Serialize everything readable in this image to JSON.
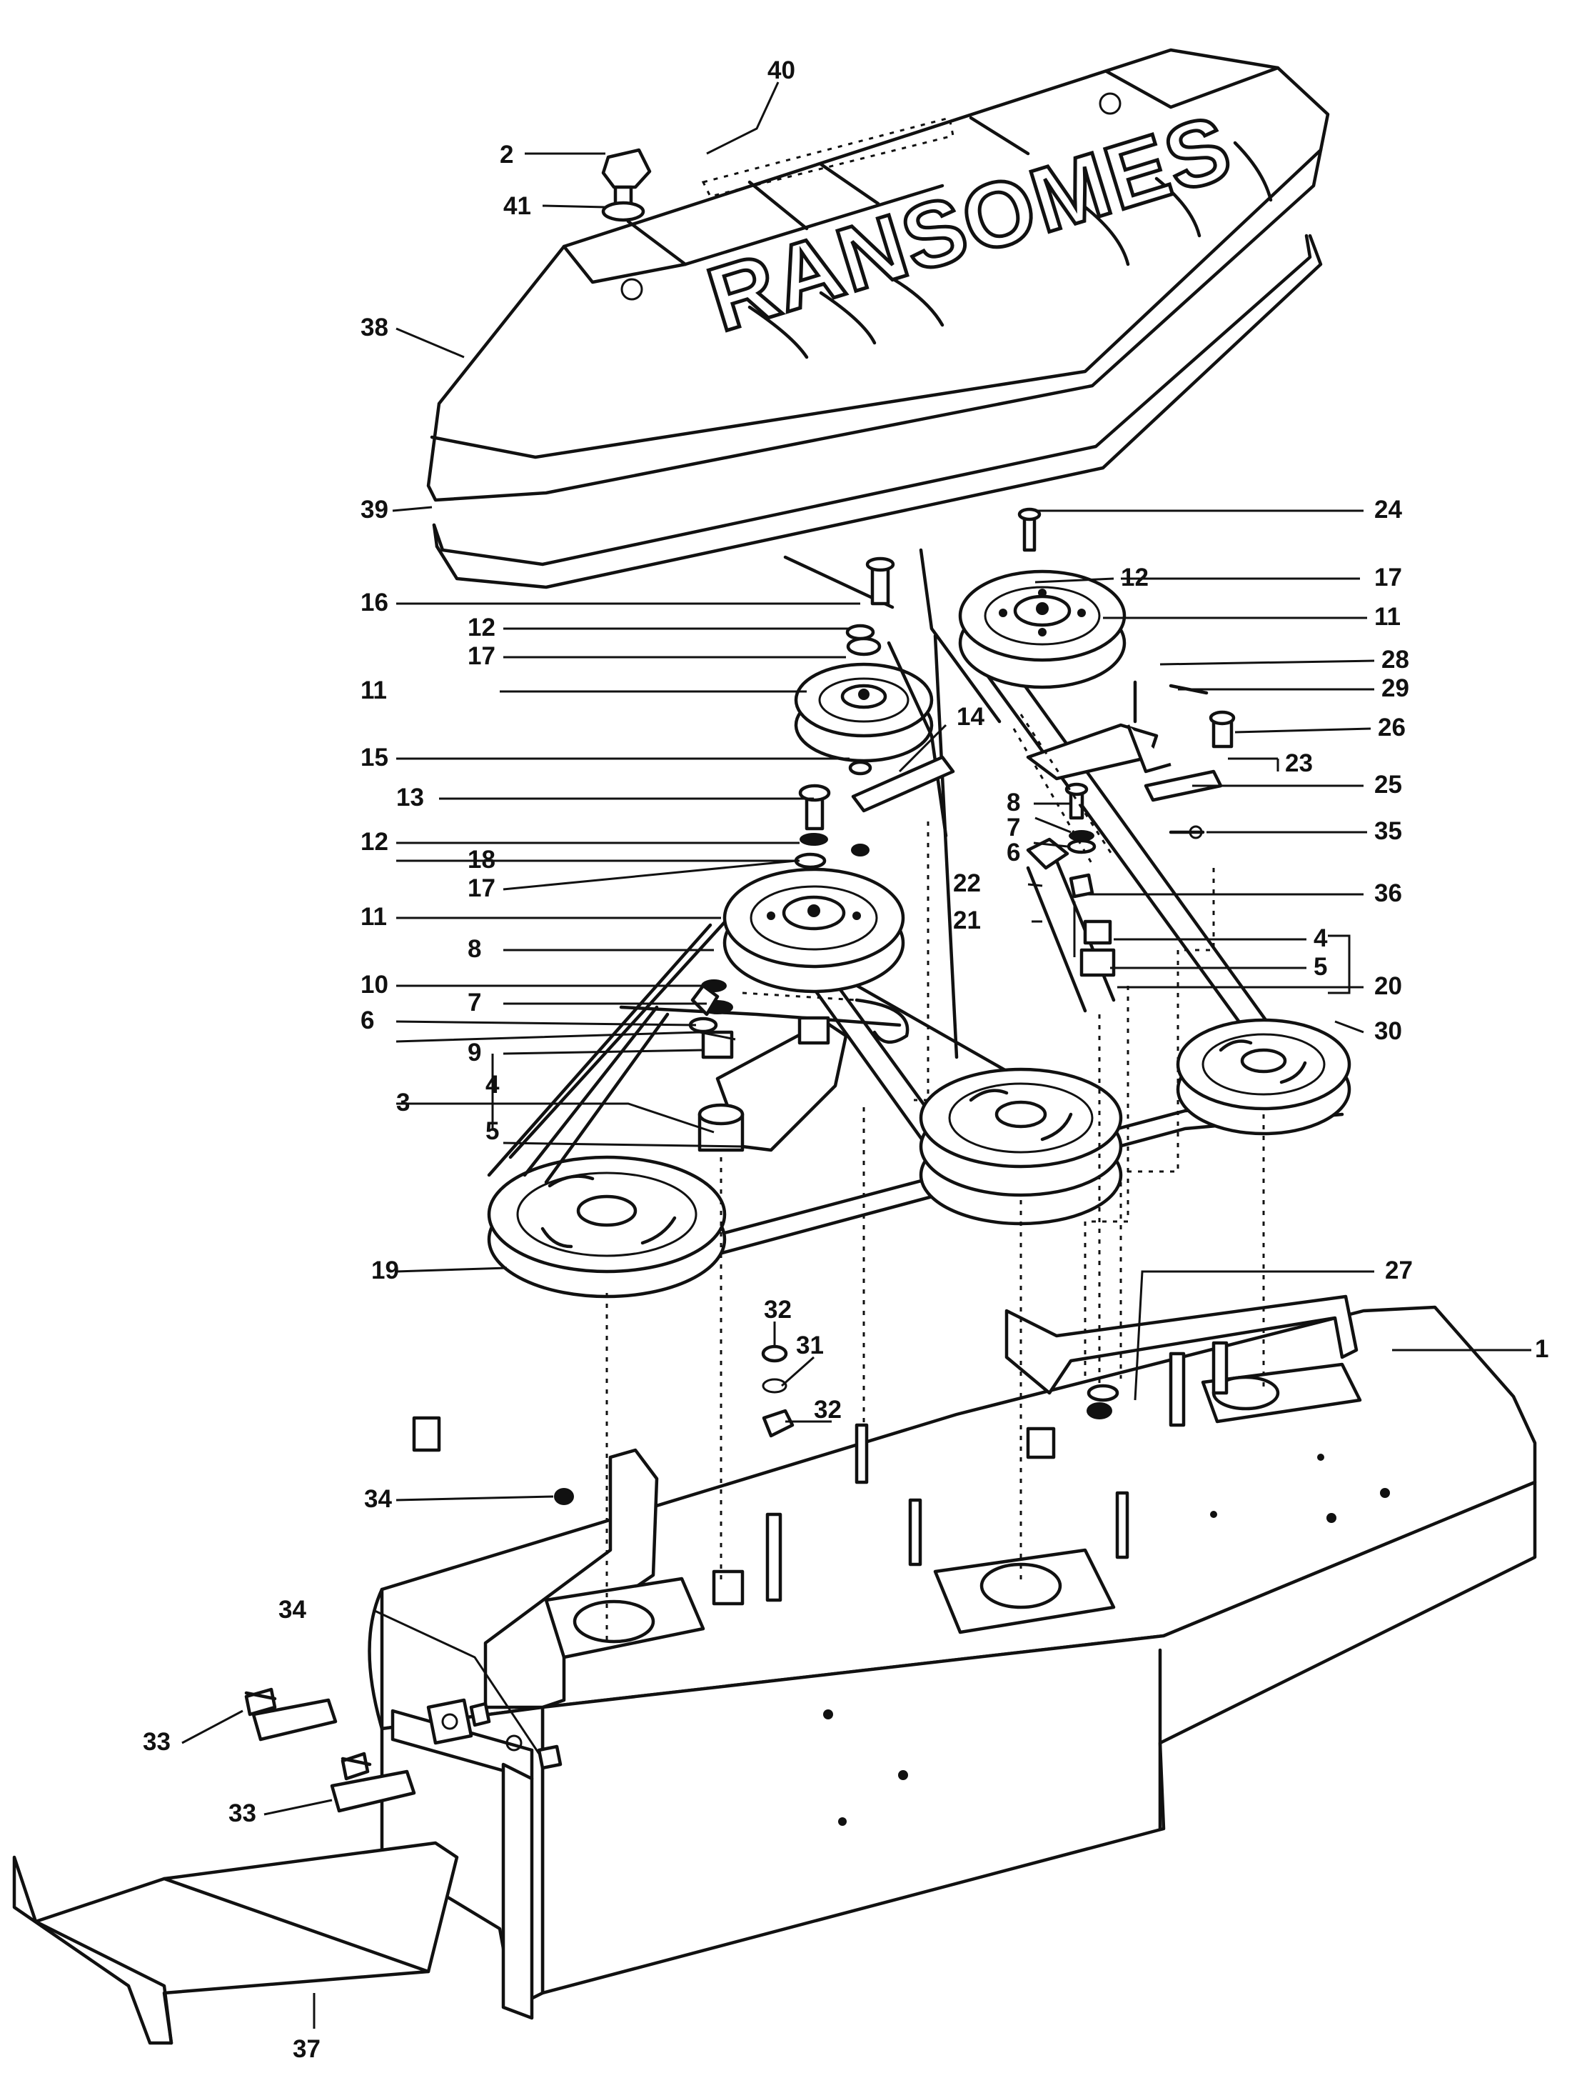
{
  "brand_text": "RANSOMES",
  "callouts": {
    "c40": "40",
    "c2": "2",
    "c41": "41",
    "c38": "38",
    "c39": "39",
    "c24": "24",
    "c16": "16",
    "c12a": "12",
    "c17a": "17",
    "c12b": "12",
    "c17b": "17",
    "c11a": "11",
    "c11b": "11",
    "c28": "28",
    "c29": "29",
    "c14": "14",
    "c26": "26",
    "c15": "15",
    "c23": "23",
    "c25": "25",
    "c13": "13",
    "c8a": "8",
    "c7a": "7",
    "c6a": "6",
    "c35": "35",
    "c12c": "12",
    "c18": "18",
    "c22": "22",
    "c17c": "17",
    "c21": "21",
    "c36": "36",
    "c11c": "11",
    "c4a": "4",
    "c5a": "5",
    "c8b": "8",
    "c20": "20",
    "c10": "10",
    "c7b": "7",
    "c6b": "6",
    "c30": "30",
    "c9": "9",
    "c4b": "4",
    "c3": "3",
    "c5b": "5",
    "c19": "19",
    "c27": "27",
    "c32a": "32",
    "c31": "31",
    "c1": "1",
    "c32b": "32",
    "c34a": "34",
    "c34b": "34",
    "c33a": "33",
    "c33b": "33",
    "c37": "37"
  }
}
